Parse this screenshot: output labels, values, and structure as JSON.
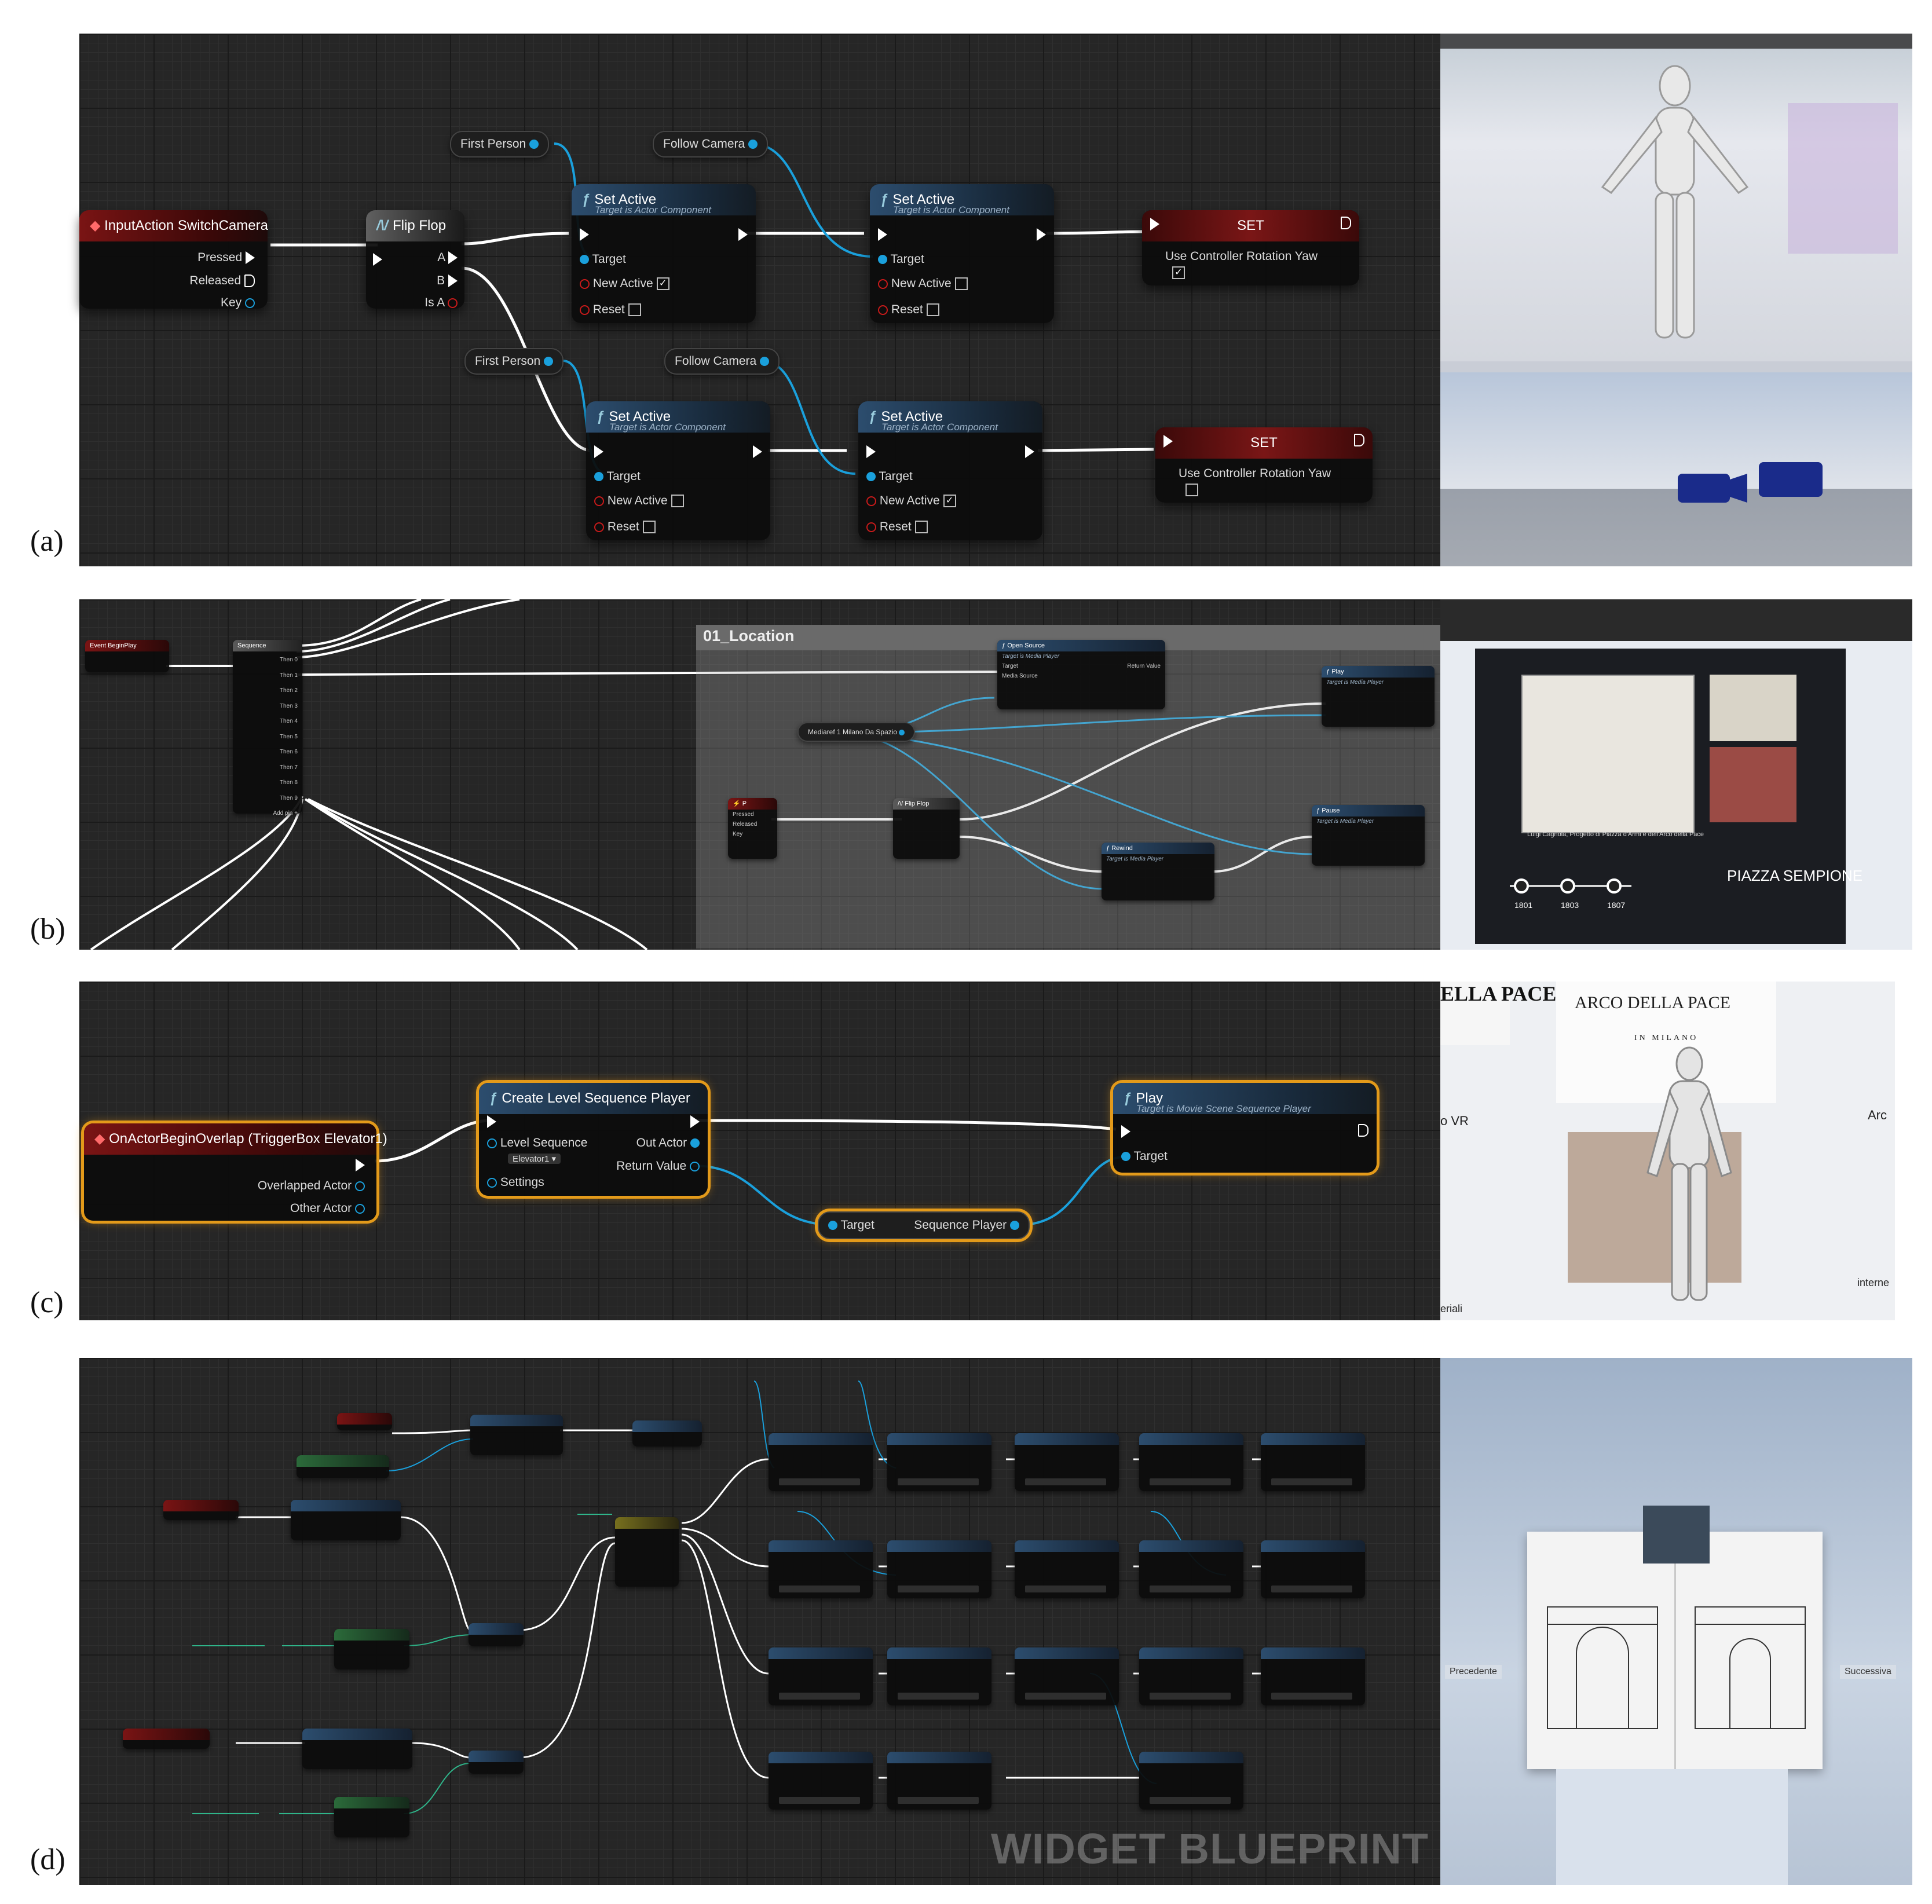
{
  "labels": {
    "a": "(a)",
    "b": "(b)",
    "c": "(c)",
    "d": "(d)"
  },
  "panel_a": {
    "input_action": {
      "title": "InputAction SwitchCamera",
      "pressed": "Pressed",
      "released": "Released",
      "key": "Key"
    },
    "flipflop": {
      "title": "Flip Flop",
      "a": "A",
      "b": "B",
      "is_a": "Is A"
    },
    "vars": {
      "fp1": "First Person",
      "fc1": "Follow Camera",
      "fp2": "First Person",
      "fc2": "Follow Camera"
    },
    "set_active": {
      "title": "Set Active",
      "subtitle": "Target is Actor Component",
      "target": "Target",
      "new_active": "New Active",
      "reset": "Reset"
    },
    "set_node": {
      "title": "SET",
      "label": "Use Controller Rotation Yaw"
    }
  },
  "panel_b": {
    "event": "Event BeginPlay",
    "sequence": {
      "title": "Sequence",
      "pins": [
        "Then 0",
        "Then 1",
        "Then 2",
        "Then 3",
        "Then 4",
        "Then 5",
        "Then 6",
        "Then 7",
        "Then 8",
        "Then 9"
      ],
      "add": "Add pin +"
    },
    "comment": "01_Location",
    "open_source": {
      "title": "Open Source",
      "sub": "Target is Media Player",
      "target": "Target",
      "media": "Media Source",
      "ret": "Return Value"
    },
    "media_var": "Mediaref 1 Milano Da Spazio",
    "key_p": {
      "title": "P",
      "pressed": "Pressed",
      "released": "Released",
      "key": "Key"
    },
    "flipflop": "Flip Flop",
    "play": {
      "title": "Play",
      "sub": "Target is Media Player"
    },
    "rewind": {
      "title": "Rewind",
      "sub": "Target is Media Player"
    },
    "pause": {
      "title": "Pause",
      "sub": "Target is Media Player"
    },
    "viewport": {
      "caption": "Luigi Cagnola, Progetto di Piazza d'Armi e dell'Arco della Pace",
      "place": "PIAZZA SEMPIONE",
      "years": [
        "1801",
        "1803",
        "1807"
      ]
    }
  },
  "panel_c": {
    "event": {
      "title": "OnActorBeginOverlap (TriggerBox Elevator1)",
      "overlapped": "Overlapped Actor",
      "other": "Other Actor"
    },
    "create": {
      "title": "Create Level Sequence Player",
      "level_sequence": "Level Sequence",
      "elevator": "Elevator1",
      "settings": "Settings",
      "out_actor": "Out Actor",
      "return_value": "Return Value"
    },
    "var": {
      "target": "Target",
      "sequence_player": "Sequence Player"
    },
    "play": {
      "title": "Play",
      "subtitle": "Target is Movie Scene Sequence Player",
      "target": "Target"
    },
    "viewport": {
      "top_left": "ELLA PACE",
      "title": "ARCO DELLA PACE",
      "sub": "IN MILANO",
      "left": "o VR",
      "right": "Arc",
      "bottom_left": "eriali",
      "bottom_right": "interne"
    }
  },
  "panel_d": {
    "watermark": "WIDGET BLUEPRINT",
    "viewport": {
      "prev": "Precedente",
      "next": "Successiva"
    }
  }
}
